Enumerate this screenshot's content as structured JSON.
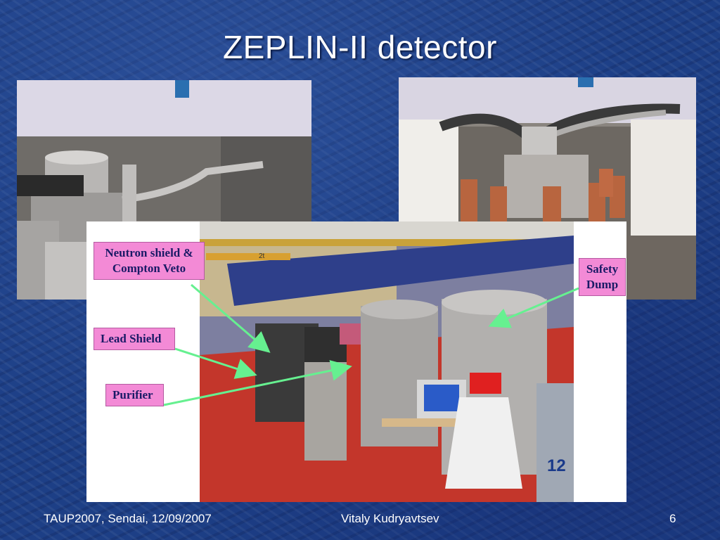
{
  "slide": {
    "title": "ZEPLIN-II detector"
  },
  "labels": {
    "neutron_shield_line1": "Neutron shield &",
    "neutron_shield_line2": "Compton Veto",
    "lead_shield": "Lead Shield",
    "purifier": "Purifier",
    "safety_line1": "Safety",
    "safety_line2": "Dump"
  },
  "photo_text": {
    "crane_mark": "2t",
    "dewar_number": "12"
  },
  "footer": {
    "conference": "TAUP2007, Sendai, 12/09/2007",
    "author": "Vitaly Kudryavtsev",
    "page_number": "6"
  },
  "colors": {
    "background": "#1d3f86",
    "label_fill": "#f38ad6",
    "label_text": "#1a1a66",
    "arrow": "#66f090"
  }
}
